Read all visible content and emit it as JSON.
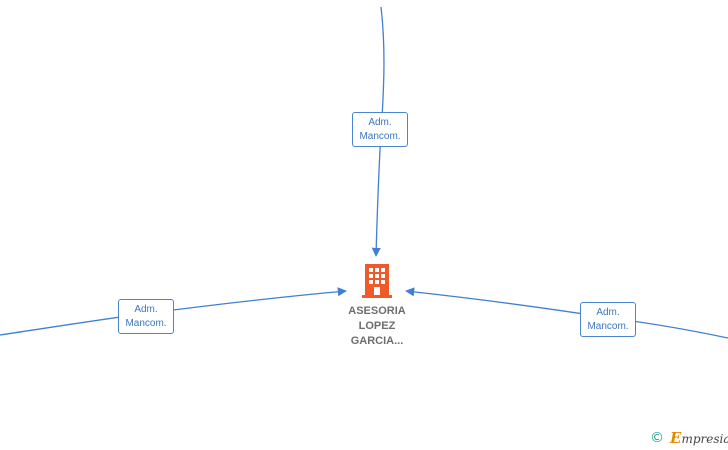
{
  "company": {
    "name_lines": [
      "ASESORIA",
      "LOPEZ",
      "GARCIA..."
    ],
    "icon": "building-icon",
    "icon_color": "#f05a28"
  },
  "relations": [
    {
      "id": "top",
      "label_lines": [
        "Adm.",
        "Mancom."
      ]
    },
    {
      "id": "left",
      "label_lines": [
        "Adm.",
        "Mancom."
      ]
    },
    {
      "id": "right",
      "label_lines": [
        "Adm.",
        "Mancom."
      ]
    }
  ],
  "edge_color": "#3f7fd4",
  "brand": {
    "copyright_symbol": "©",
    "first_letter": "E",
    "rest": "mpresia",
    "accent_color": "#e58a00"
  }
}
